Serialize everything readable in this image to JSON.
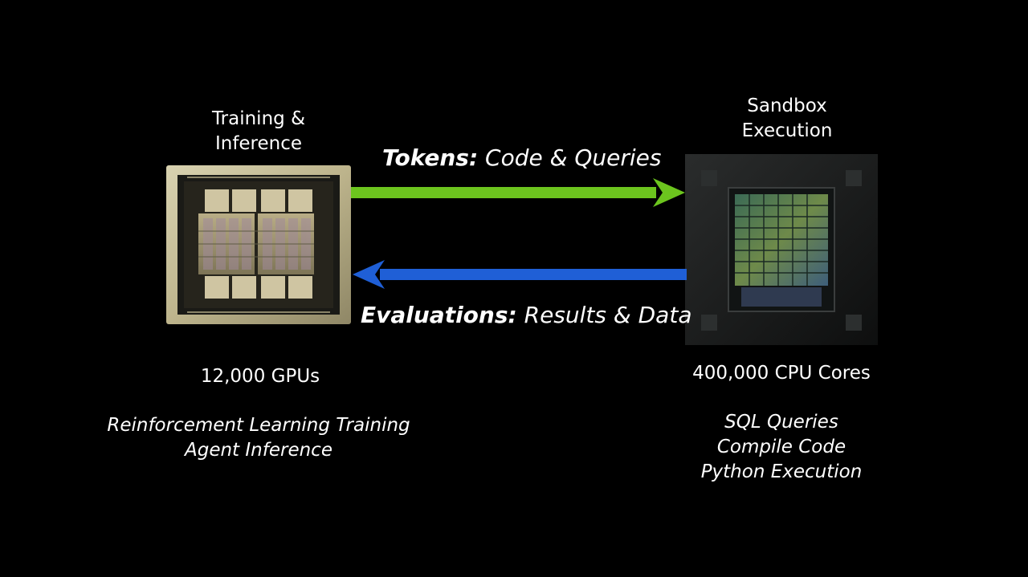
{
  "left": {
    "title_line1": "Training &",
    "title_line2": "Inference",
    "count": "12,000 GPUs",
    "roles": [
      "Reinforcement Learning Training",
      "Agent Inference"
    ]
  },
  "right": {
    "title_line1": "Sandbox",
    "title_line2": "Execution",
    "count": "400,000 CPU Cores",
    "roles": [
      "SQL Queries",
      "Compile Code",
      "Python Execution"
    ]
  },
  "top_arrow": {
    "label_bold": "Tokens:",
    "label_rest": " Code & Queries",
    "color": "#6cc51e"
  },
  "bottom_arrow": {
    "label_bold": "Evaluations:",
    "label_rest": " Results & Data",
    "color": "#1f5fd6"
  },
  "icons": {
    "left_chip": "gpu-chip-icon",
    "right_chip": "cpu-chip-icon"
  }
}
